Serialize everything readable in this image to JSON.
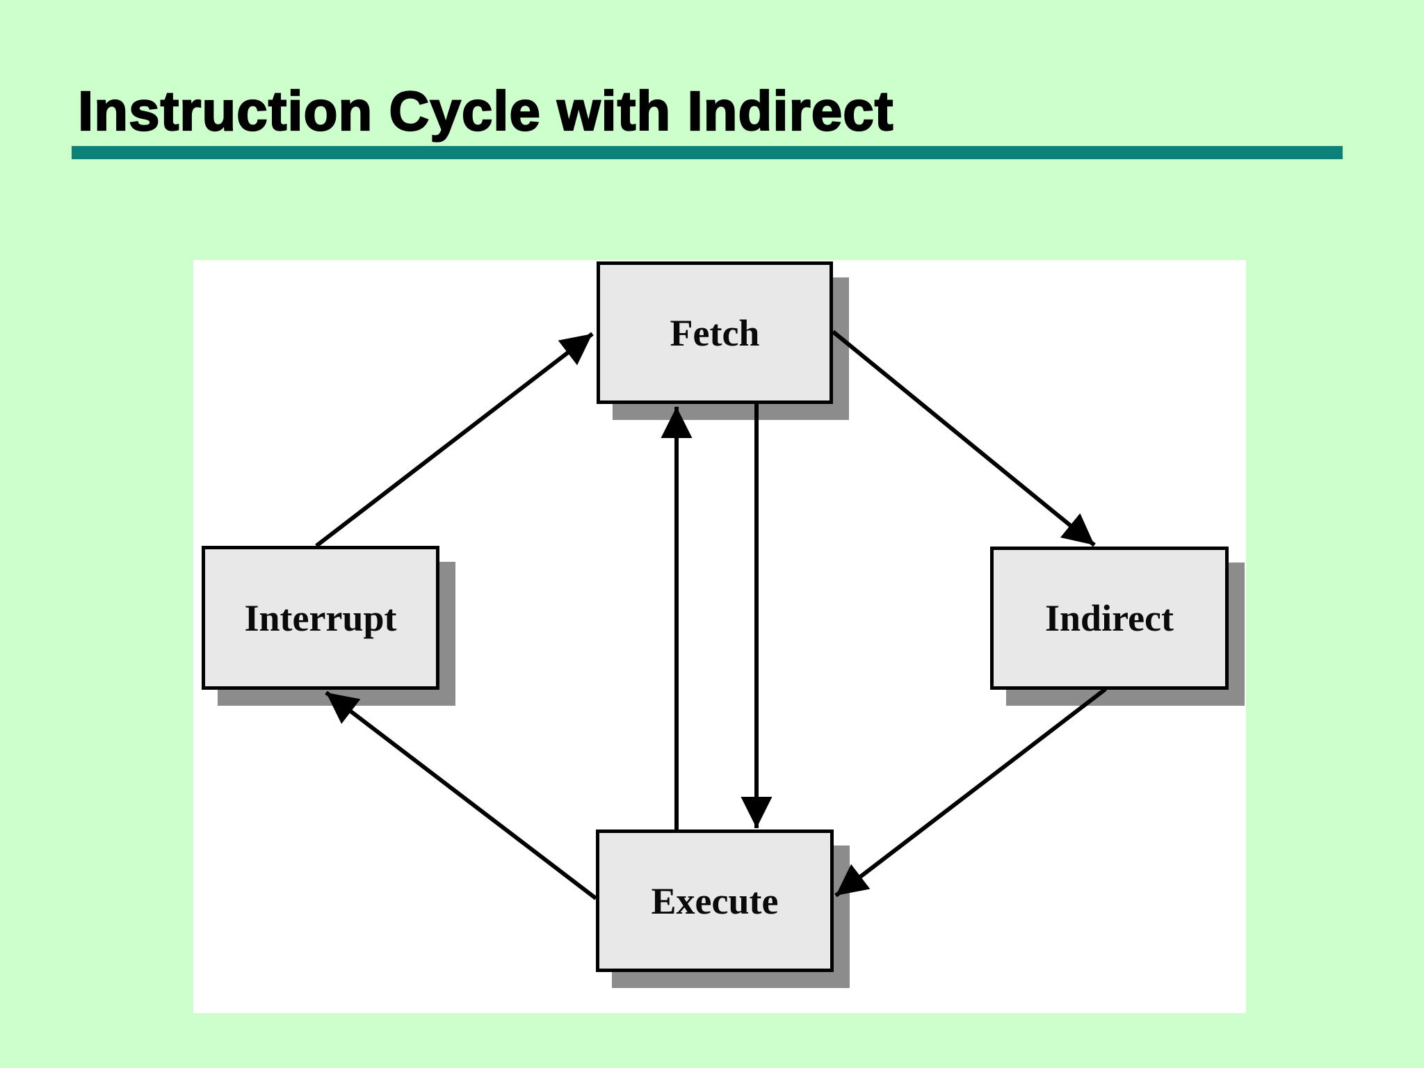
{
  "slide": {
    "title": "Instruction Cycle with Indirect",
    "colors": {
      "background": "#ccffcc",
      "title_text": "#000000",
      "rule_bar": "#0d8078",
      "diagram_canvas": "#ffffff",
      "node_fill": "#e8e8e8",
      "node_border": "#000000",
      "node_shadow": "#8c8c8c",
      "arrow": "#000000"
    }
  },
  "diagram": {
    "nodes": [
      {
        "id": "fetch",
        "label": "Fetch"
      },
      {
        "id": "interrupt",
        "label": "Interrupt"
      },
      {
        "id": "indirect",
        "label": "Indirect"
      },
      {
        "id": "execute",
        "label": "Execute"
      }
    ],
    "edges": [
      {
        "from": "interrupt",
        "to": "fetch"
      },
      {
        "from": "fetch",
        "to": "indirect"
      },
      {
        "from": "indirect",
        "to": "execute"
      },
      {
        "from": "execute",
        "to": "interrupt"
      },
      {
        "from": "execute",
        "to": "fetch"
      },
      {
        "from": "fetch",
        "to": "execute"
      }
    ]
  }
}
